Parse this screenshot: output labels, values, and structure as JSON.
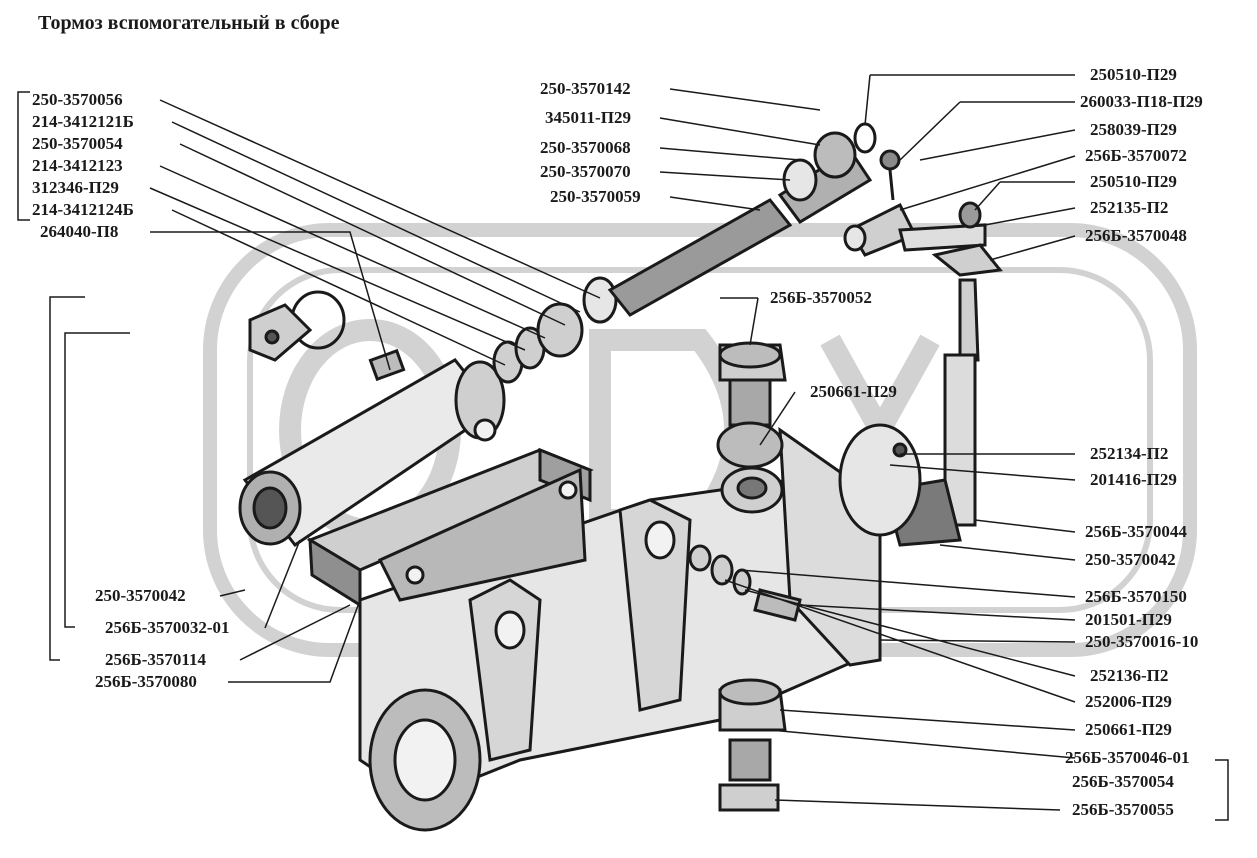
{
  "title": "Тормоз вспомогательный в сборе",
  "colors": {
    "ink": "#1a1a1a",
    "watermark": "#cfcfcf",
    "background": "#ffffff"
  },
  "labels": {
    "l1": "250-3570056",
    "l2": "214-3412121Б",
    "l3": "250-3570054",
    "l4": "214-3412123",
    "l5": "312346-П29",
    "l6": "214-3412124Б",
    "l7": "264040-П8",
    "l8": "250-3570042",
    "l9": "256Б-3570032-01",
    "l10": "256Б-3570114",
    "l11": "256Б-3570080",
    "c1": "250-3570142",
    "c2": "345011-П29",
    "c3": "250-3570068",
    "c4": "250-3570070",
    "c5": "250-3570059",
    "c6": "256Б-3570052",
    "c7": "250661-П29",
    "r1": "250510-П29",
    "r2": "260033-П18-П29",
    "r3": "258039-П29",
    "r4": "256Б-3570072",
    "r5": "250510-П29",
    "r6": "252135-П2",
    "r7": "256Б-3570048",
    "r8": "252134-П2",
    "r9": "201416-П29",
    "r10": "256Б-3570044",
    "r11": "250-3570042",
    "r12": "256Б-3570150",
    "r13": "201501-П29",
    "r14": "250-3570016-10",
    "r15": "252136-П2",
    "r16": "252006-П29",
    "r17": "250661-П29",
    "r18": "256Б-3570046-01",
    "r19": "256Б-3570054",
    "r20": "256Б-3570055"
  }
}
